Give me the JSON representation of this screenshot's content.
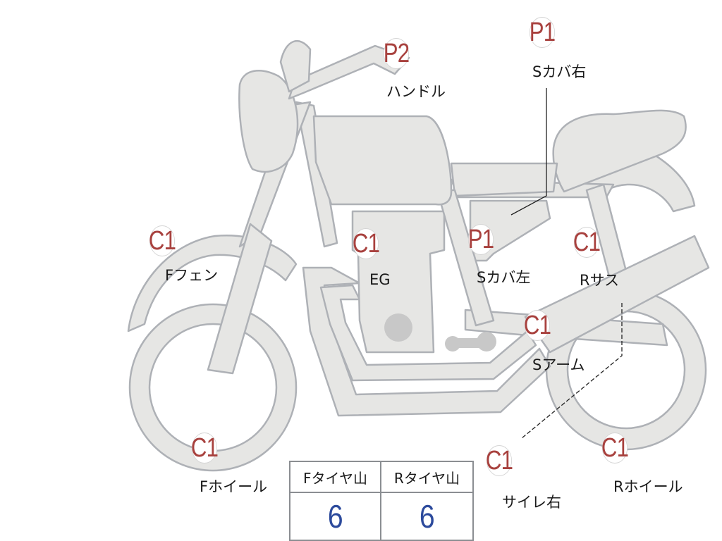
{
  "parts": [
    {
      "id": "p2-handle",
      "code": "P2",
      "name": "ハンドル"
    },
    {
      "id": "p1-cover-r",
      "code": "P1",
      "name": "Sカバ右"
    },
    {
      "id": "c1-ffender",
      "code": "C1",
      "name": "Fフェン"
    },
    {
      "id": "c1-engine",
      "code": "C1",
      "name": "EG"
    },
    {
      "id": "p1-cover-l",
      "code": "P1",
      "name": "Sカバ左"
    },
    {
      "id": "c1-rsus",
      "code": "C1",
      "name": "Rサス"
    },
    {
      "id": "c1-sarm",
      "code": "C1",
      "name": "Sアーム"
    },
    {
      "id": "c1-fwheel",
      "code": "C1",
      "name": "Fホイール"
    },
    {
      "id": "c1-muffler",
      "code": "C1",
      "name": "サイレ右"
    },
    {
      "id": "c1-rwheel",
      "code": "C1",
      "name": "Rホイール"
    }
  ],
  "tire_table": {
    "front_header": "Fタイヤ山",
    "rear_header": "Rタイヤ山",
    "front_value": "6",
    "rear_value": "6"
  },
  "colors": {
    "body_fill": "#e6e6e4",
    "outline": "#aeb1b6",
    "badge_text": "#a8413e",
    "value_text": "#2c4a9c"
  }
}
